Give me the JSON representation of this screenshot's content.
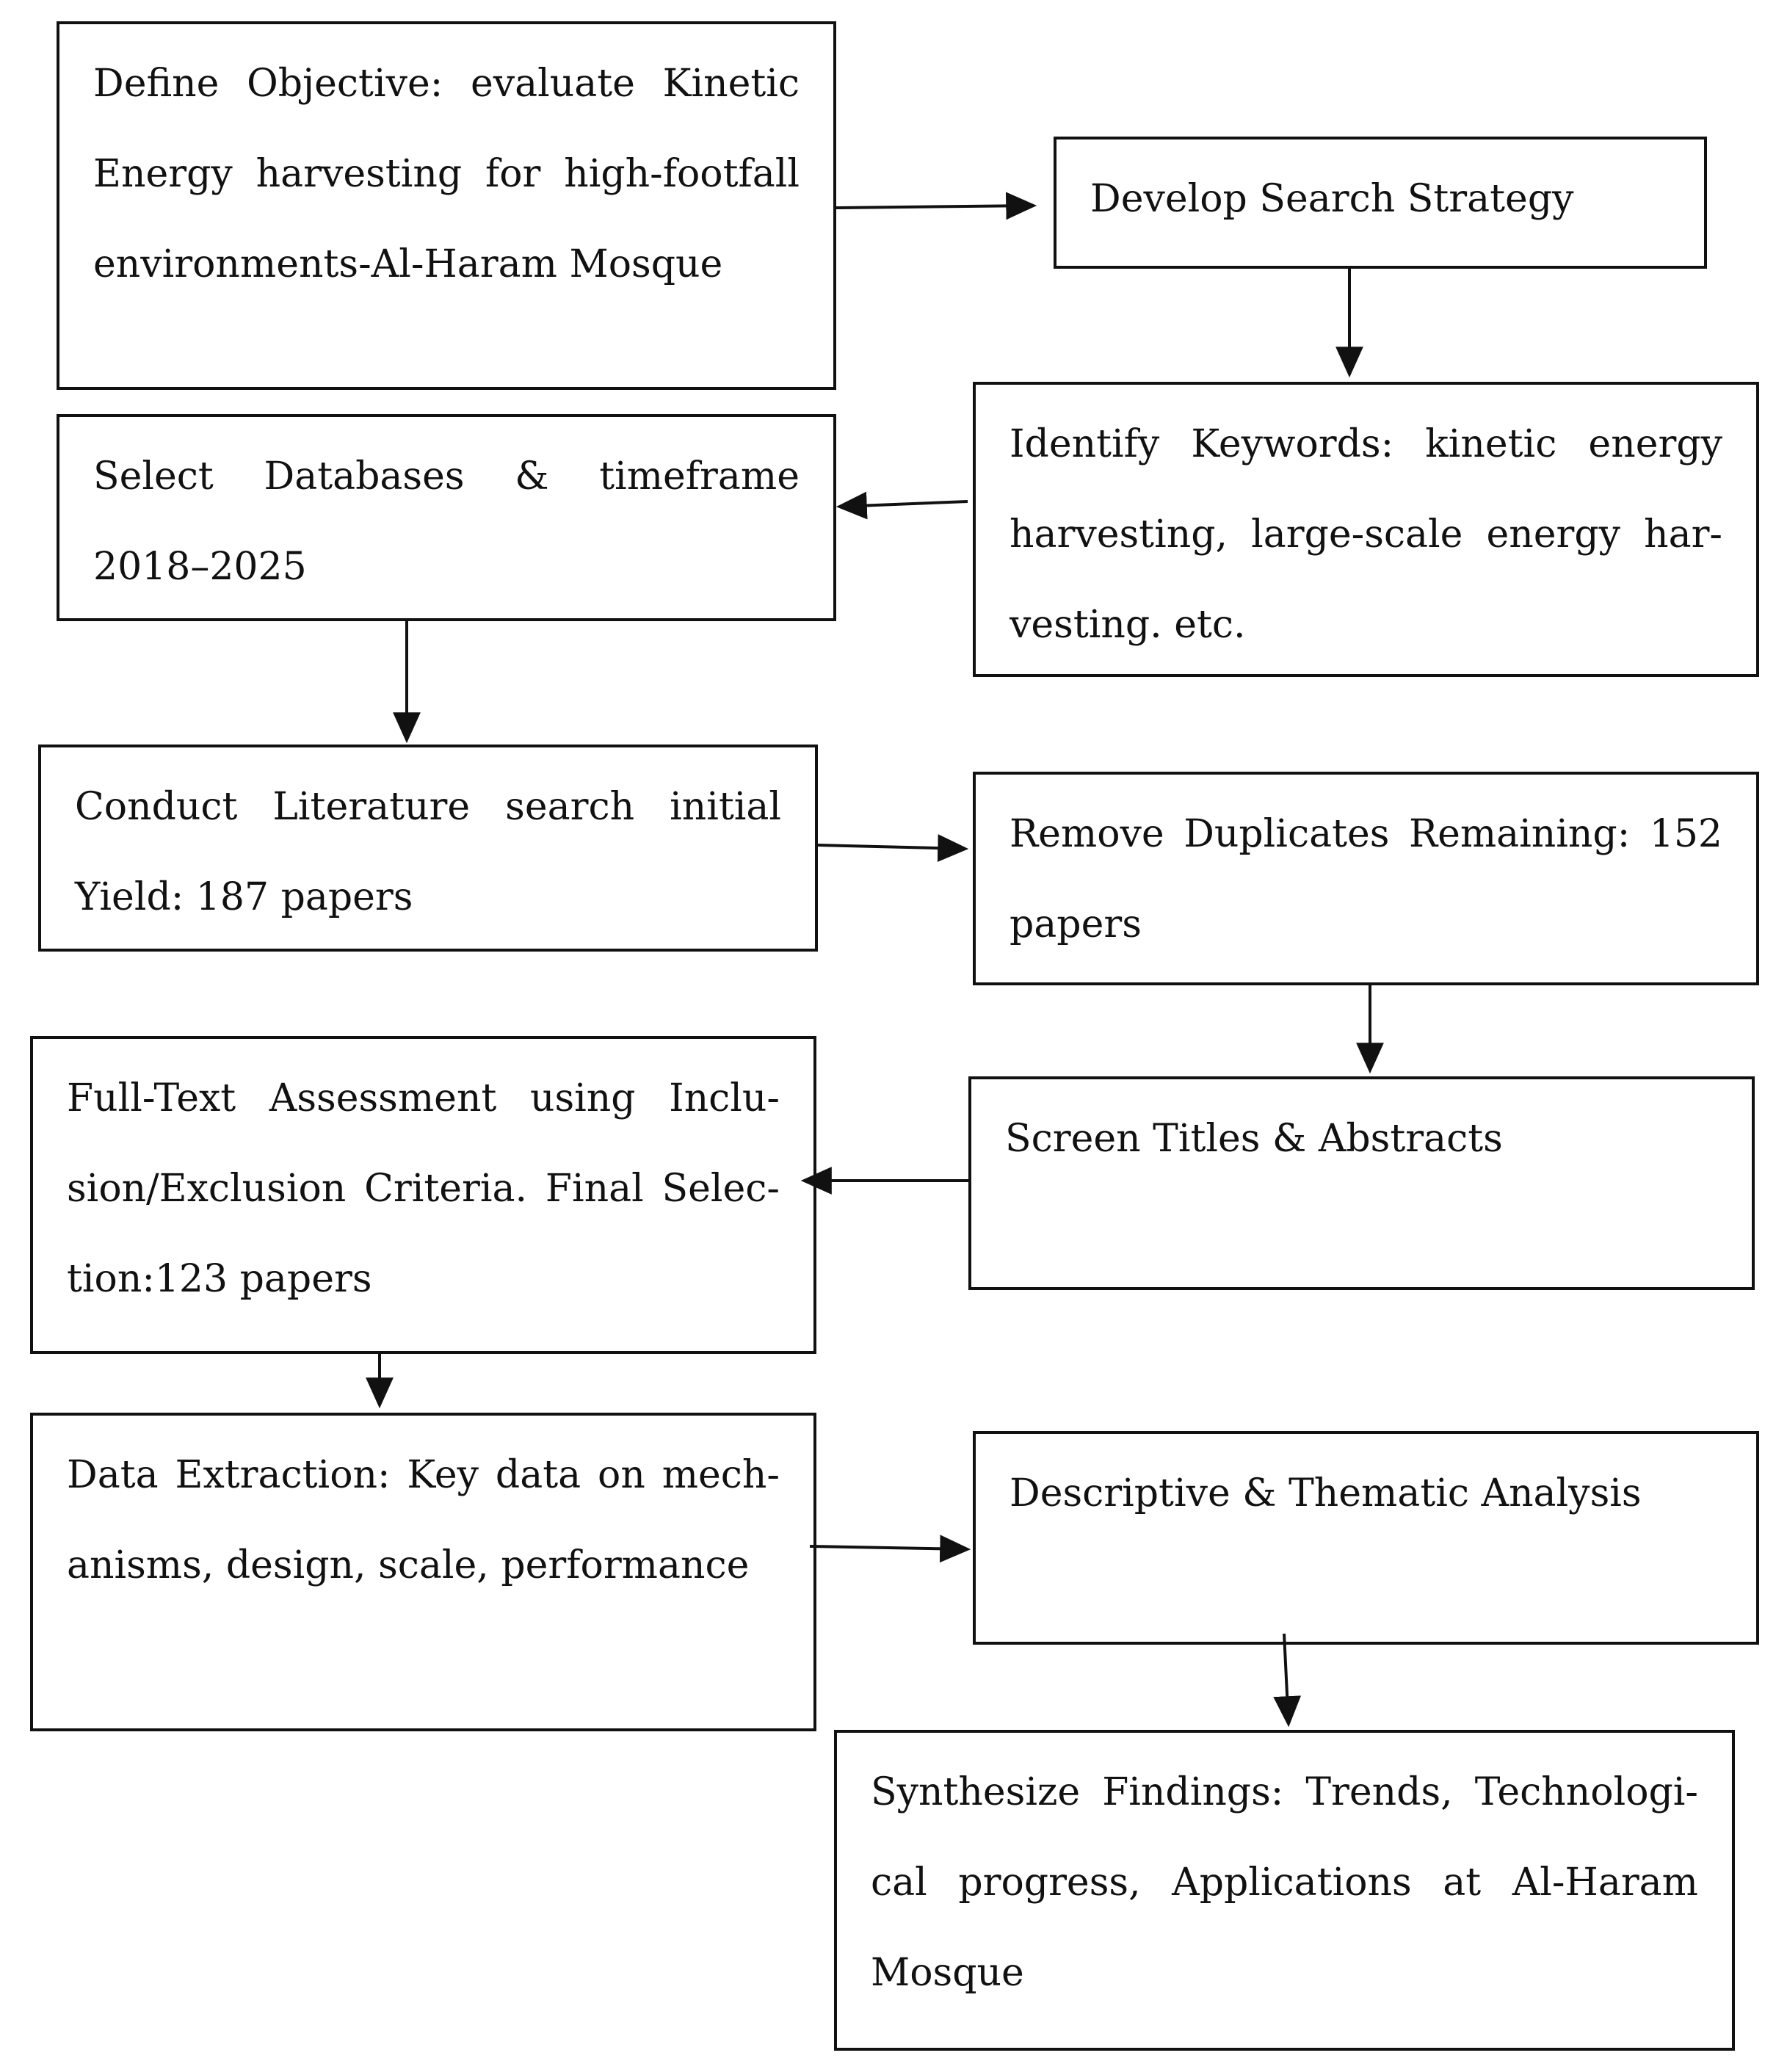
{
  "steps": {
    "define_objective": "Define Objective: evaluate Kinetic Energy harvesting for high-footfall environments-Al-Haram Mosque",
    "develop_search_strategy": "Develop Search Strategy",
    "identify_keywords": "Identify Keywords: kinetic energy harvesting, large-scale energy har-vesting. etc.",
    "select_databases": "Select Databases & timeframe 2018–2025",
    "conduct_search": "Conduct Literature search initial Yield: 187 papers",
    "remove_duplicates": "Remove Duplicates Remaining: 152 papers",
    "screen_titles": "Screen Titles & Abstracts",
    "full_text_assessment": "Full-Text Assessment using Inclu-sion/Exclusion Criteria. Final Selec-tion:123 papers",
    "data_extraction": "Data Extraction: Key data on mech-anisms, design, scale, performance",
    "descriptive_analysis": "Descriptive & Thematic Analysis",
    "synthesize_findings": "Synthesize Findings: Trends, Technologi-cal progress, Applications at Al-Haram Mosque"
  }
}
